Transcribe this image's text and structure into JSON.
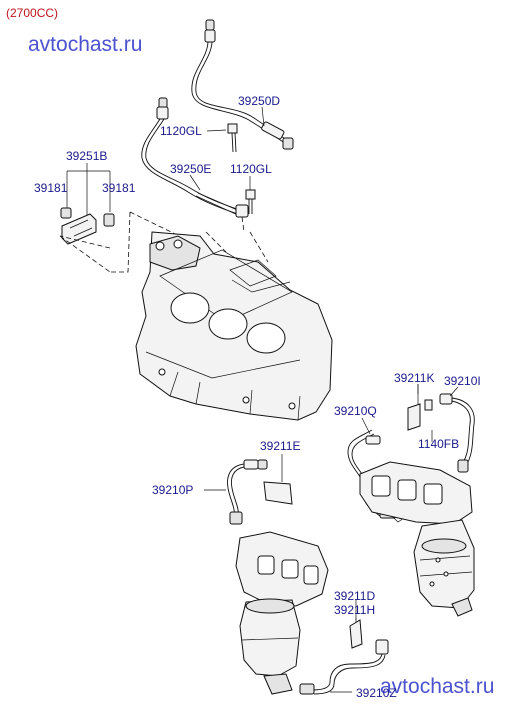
{
  "engine_tag": "(2700CC)",
  "watermark": "avtochast.ru",
  "parts": {
    "p39250D": "39250D",
    "p1120GL_a": "1120GL",
    "p39251B": "39251B",
    "p39181_left": "39181",
    "p39181_right": "39181",
    "p39250E": "39250E",
    "p1120GL_b": "1120GL",
    "p39211K": "39211K",
    "p39210I": "39210I",
    "p39210Q": "39210Q",
    "p1140FB": "1140FB",
    "p39211E": "39211E",
    "p39210P": "39210P",
    "p39211D": "39211D",
    "p39211H": "39211H",
    "p39210Z": "39210Z"
  }
}
